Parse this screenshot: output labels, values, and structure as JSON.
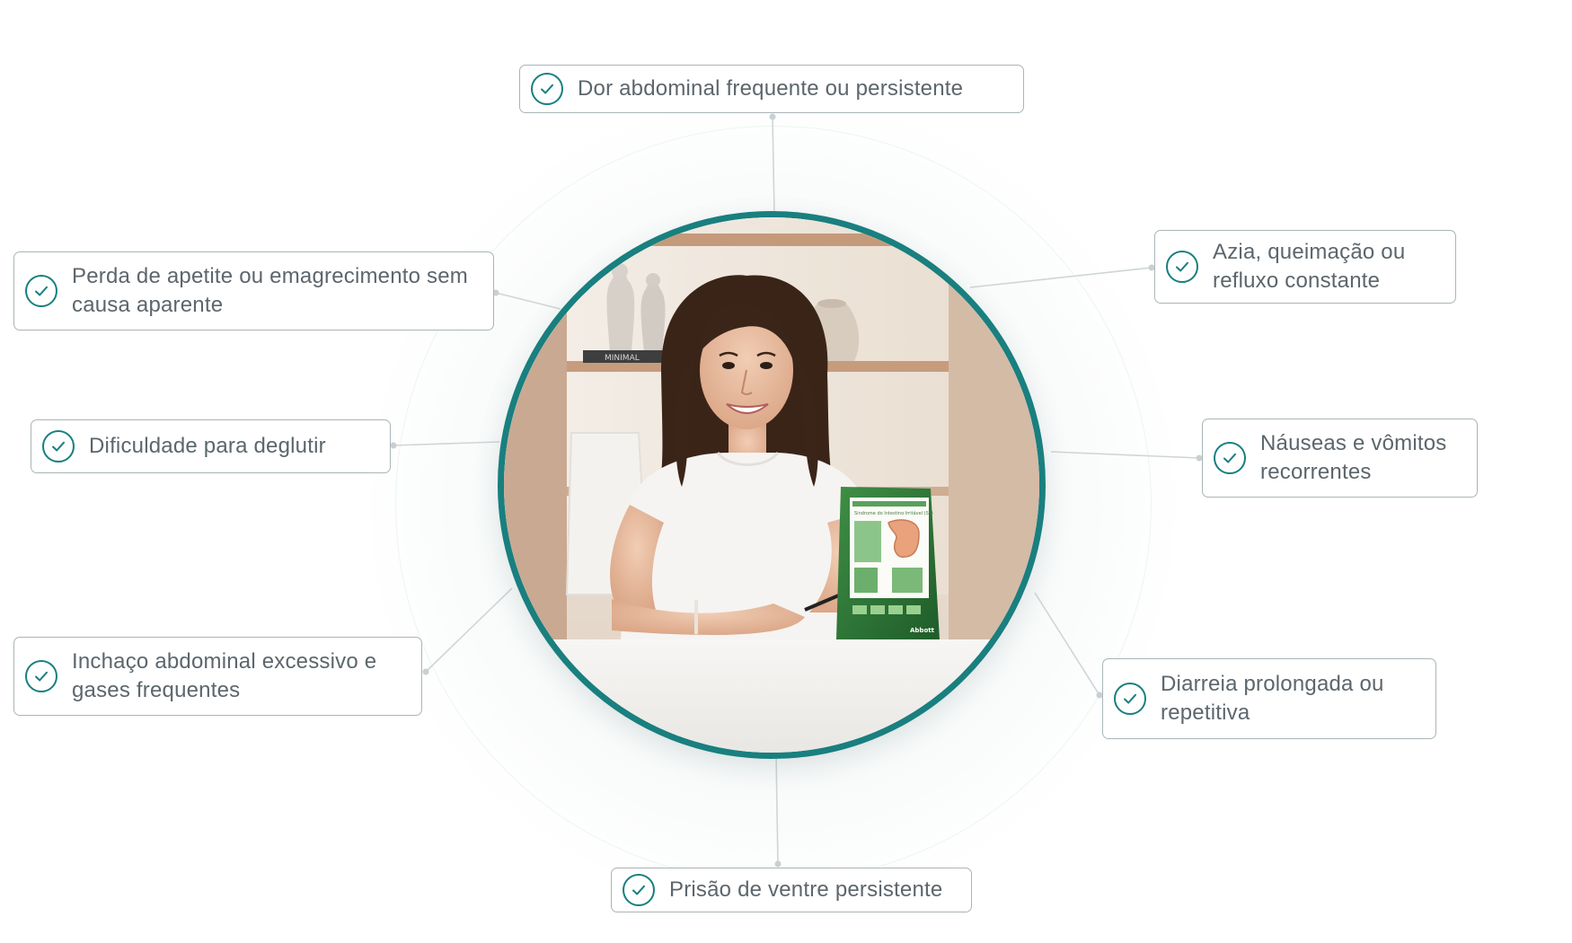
{
  "accent_color": "#197f7f",
  "card_border_color": "#aab4b8",
  "text_color": "#5c666c",
  "check_icon": "circle-check-icon",
  "symptoms": {
    "top": "Dor abdominal frequente ou persistente",
    "upper_left": "Perda de apetite ou emagrecimento sem causa aparente",
    "middle_left": "Dificuldade para deglutir",
    "lower_left": "Inchaço abdominal excessivo e gases frequentes",
    "bottom": "Prisão de ventre persistente",
    "upper_right": "Azia, queimação ou refluxo constante",
    "middle_right": "Náuseas e vômitos recorrentes",
    "lower_right": "Diarreia prolongada ou repetitiva"
  },
  "photo": {
    "description_icon": "doctor-portrait-photo",
    "flipchart_title": "Síndrome do Intestino Irritável (SII)",
    "shelf_book_text": "MINIMAL",
    "brand_text": "Abbott"
  }
}
